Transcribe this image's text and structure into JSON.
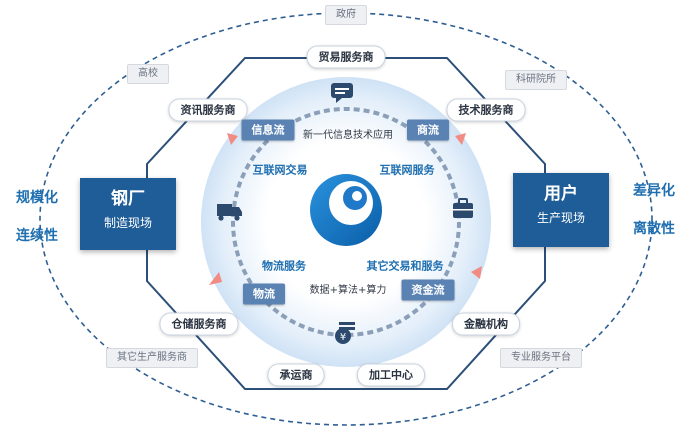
{
  "outer": {
    "top": "政府",
    "top_left": "高校",
    "top_right": "科研院所",
    "bottom_left": "其它生产服务商",
    "bottom_right": "专业服务平台"
  },
  "services": {
    "trade": "贸易服务商",
    "info": "资讯服务商",
    "tech": "技术服务商",
    "storage": "仓储服务商",
    "finance_inst": "金融机构",
    "carrier": "承运商",
    "processing": "加工中心"
  },
  "flows": {
    "info": "信息流",
    "commerce": "商流",
    "logistics": "物流",
    "capital": "资金流"
  },
  "inner": {
    "it_app": "新一代信息技术应用",
    "internet_trade": "互联网交易",
    "internet_service": "互联网服务",
    "logistics_service": "物流服务",
    "other_trade": "其它交易和服务",
    "data_compute": "数据+算法+算力"
  },
  "left": {
    "title": "钢厂",
    "subtitle": "制造现场",
    "attr1": "规模化",
    "attr2": "连续性"
  },
  "right": {
    "title": "用户",
    "subtitle": "生产现场",
    "attr1": "差异化",
    "attr2": "离散性"
  },
  "colors": {
    "primary": "#1f5d98",
    "accent_text": "#1f6fb0",
    "flow_box": "#5a83b3",
    "arrow": "#f28b82"
  }
}
